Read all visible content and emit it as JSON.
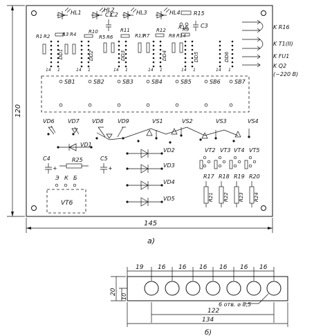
{
  "figure_a": {
    "caption": "а)",
    "width_dim": "145",
    "height_dim": "120",
    "leds": [
      "HL1",
      "HL2",
      "HL3",
      "HL4"
    ],
    "top_parts": [
      "R15",
      "C1",
      "C2",
      "R16",
      "C3"
    ],
    "resistor_labels": [
      "R1",
      "R2",
      "R3",
      "R4",
      "R10",
      "R5",
      "R6",
      "R11",
      "R13",
      "R7",
      "R12",
      "R8",
      "R14",
      "R9"
    ],
    "ic_labels": [
      "DD1",
      "DD2",
      "DD3",
      "DD4",
      "DD5",
      "DD6"
    ],
    "pin14": "14",
    "pin1": "1",
    "buttons": [
      "SB1",
      "SB2",
      "SB3",
      "SB4",
      "SB5",
      "SB6",
      "SB7"
    ],
    "top_diodes": [
      "VD6",
      "VD7",
      "VD8",
      "VD9"
    ],
    "top_transistors": [
      "VS1",
      "VS2",
      "VS3",
      "VS4"
    ],
    "vd1": "VD1",
    "mid_diodes": [
      "VD2",
      "VD3",
      "VD4",
      "VD5"
    ],
    "lower_transistors": [
      "VT2",
      "VT3",
      "VT4",
      "VT5"
    ],
    "lower_resistors_top": [
      "R17",
      "R18",
      "R19",
      "R20"
    ],
    "lower_resistors_bottom": [
      "R21",
      "R22",
      "R23",
      "R24"
    ],
    "c4": "C4",
    "c5": "C5",
    "r25": "R25",
    "vt6": "VT6",
    "vt6_pins": [
      "Э",
      "К",
      "Б"
    ],
    "plus": "+",
    "connectors": [
      "K R16",
      "K T1(II)",
      "K FU1",
      "K Q2",
      "(~220 B)"
    ]
  },
  "figure_b": {
    "caption": "б)",
    "spacings": [
      "19",
      "16",
      "16",
      "16",
      "16",
      "16",
      "16"
    ],
    "height_dim": "20",
    "offset_dim": "10",
    "holes_note": "6 отв. ⌀ 8,5",
    "width_inner": "122",
    "width_outer": "134"
  }
}
